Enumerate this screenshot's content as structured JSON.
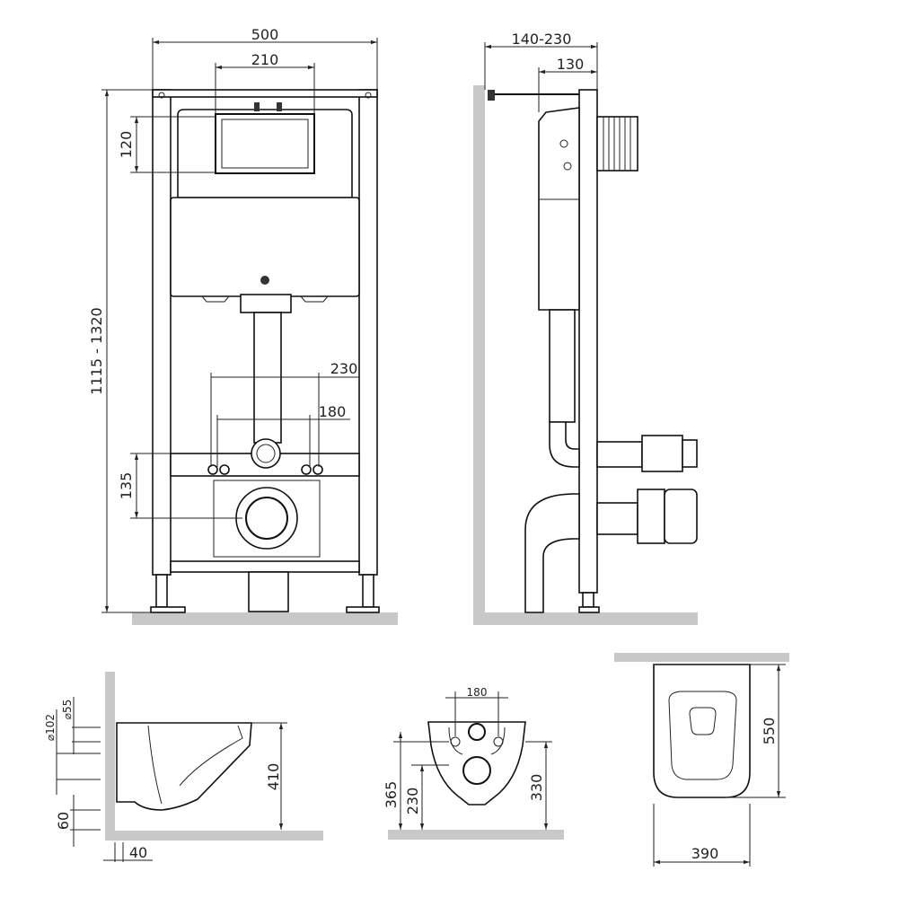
{
  "front_view": {
    "width": "500",
    "button_width": "210",
    "button_height": "120",
    "height_range": "1115 - 1320",
    "studs_outer": "230",
    "studs_inner": "180",
    "outlet_height": "135"
  },
  "side_view": {
    "depth_range": "140-230",
    "depth": "130"
  },
  "toilet_side": {
    "dia_small": "⌀55",
    "dia_large": "⌀102",
    "bottom_offset": "60",
    "wall_gap": "40",
    "height": "410"
  },
  "toilet_back": {
    "bolt_spacing": "180",
    "outlet_height_total": "365",
    "lower_height": "230",
    "bolt_height": "330"
  },
  "toilet_top": {
    "length": "550",
    "width": "390"
  }
}
